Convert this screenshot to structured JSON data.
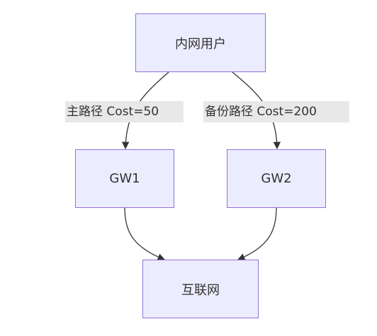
{
  "nodes": {
    "intranet_users": "内网用户",
    "gw1": "GW1",
    "gw2": "GW2",
    "internet": "互联网"
  },
  "edges": {
    "primary_label": "主路径 Cost=50",
    "backup_label": "备份路径 Cost=200"
  },
  "colors": {
    "node_fill": "#ECECFF",
    "node_border": "#9370DB",
    "edge_stroke": "#333333",
    "label_bg": "#e8e8e8"
  }
}
